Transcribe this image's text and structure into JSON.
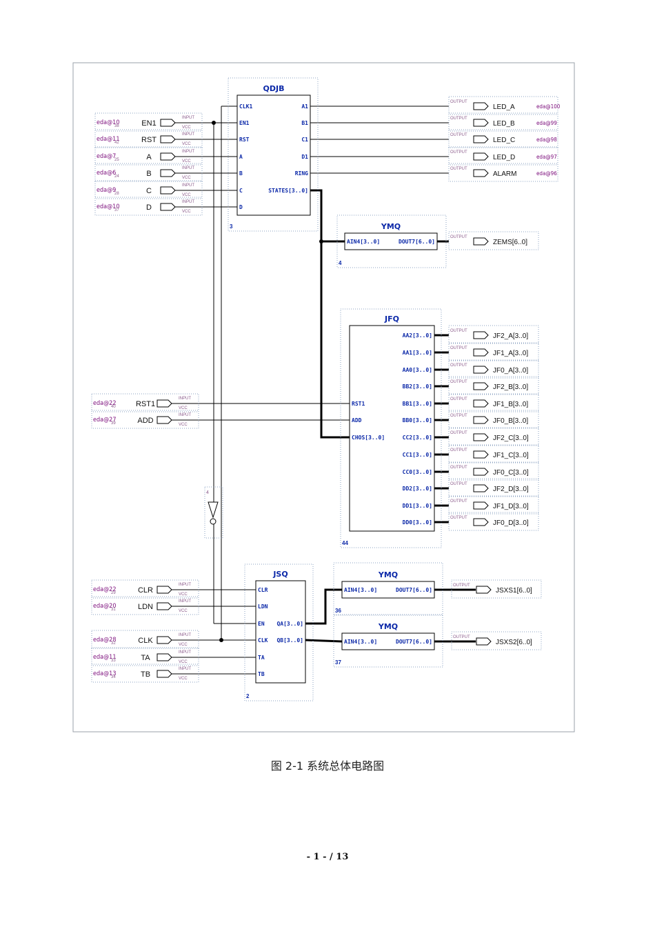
{
  "modules": [
    {
      "name": "QDJB",
      "number": "3",
      "left_ports": [
        "CLK1",
        "EN1",
        "RST",
        "A",
        "B",
        "C",
        "D"
      ],
      "right_ports": [
        "A1",
        "B1",
        "C1",
        "D1",
        "RING",
        "STATES[3..0]"
      ]
    },
    {
      "name": "YMQ",
      "number": "4",
      "left_ports": [
        "AIN4[3..0]"
      ],
      "right_ports": [
        "DOUT7[6..0]"
      ]
    },
    {
      "name": "JFQ",
      "number": "44",
      "left_ports": [
        "RST1",
        "ADD",
        "CHOS[3..0]"
      ],
      "right_ports": [
        "AA2[3..0]",
        "AA1[3..0]",
        "AA0[3..0]",
        "BB2[3..0]",
        "BB1[3..0]",
        "BB0[3..0]",
        "CC2[3..0]",
        "CC1[3..0]",
        "CC0[3..0]",
        "DD2[3..0]",
        "DD1[3..0]",
        "DD0[3..0]"
      ]
    },
    {
      "name": "JSQ",
      "number": "2",
      "left_ports": [
        "CLR",
        "LDN",
        "EN",
        "CLK",
        "TA",
        "TB"
      ],
      "right_ports": [
        "QA[3..0]",
        "QB[3..0]"
      ]
    },
    {
      "name": "YMQ",
      "number": "36",
      "left_ports": [
        "AIN4[3..0]"
      ],
      "right_ports": [
        "DOUT7[6..0]"
      ]
    },
    {
      "name": "YMQ",
      "number": "37",
      "left_ports": [
        "AIN4[3..0]"
      ],
      "right_ports": [
        "DOUT7[6..0]"
      ]
    }
  ],
  "inputs": [
    {
      "pin": "eda@10",
      "no": "38",
      "name": "EN1"
    },
    {
      "pin": "eda@11",
      "no": "42",
      "name": "RST"
    },
    {
      "pin": "eda@7",
      "no": "25",
      "name": "A"
    },
    {
      "pin": "eda@6",
      "no": "24",
      "name": "B"
    },
    {
      "pin": "eda@9",
      "no": "28",
      "name": "C"
    },
    {
      "pin": "eda@10",
      "no": "37",
      "name": "D"
    },
    {
      "pin": "eda@22",
      "no": "40",
      "name": "RST1"
    },
    {
      "pin": "eda@27",
      "no": "39",
      "name": "ADD"
    },
    {
      "pin": "eda@22",
      "no": "29",
      "name": "CLR"
    },
    {
      "pin": "eda@20",
      "no": "31",
      "name": "LDN"
    },
    {
      "pin": "eda@28",
      "no": "32",
      "name": "CLK"
    },
    {
      "pin": "eda@11",
      "no": "33",
      "name": "TA"
    },
    {
      "pin": "eda@13",
      "no": "34",
      "name": "TB"
    }
  ],
  "qdjb_outputs": [
    {
      "name": "LED_A",
      "pin": "eda@100"
    },
    {
      "name": "LED_B",
      "pin": "eda@99"
    },
    {
      "name": "LED_C",
      "pin": "eda@98"
    },
    {
      "name": "LED_D",
      "pin": "eda@97"
    },
    {
      "name": "ALARM",
      "pin": "eda@96"
    }
  ],
  "ymq_output": "ZEMS[6..0]",
  "jfq_outputs": [
    "JF2_A[3..0]",
    "JF1_A[3..0]",
    "JF0_A[3..0]",
    "JF2_B[3..0]",
    "JF1_B[3..0]",
    "JF0_B[3..0]",
    "JF2_C[3..0]",
    "JF1_C[3..0]",
    "JF0_C[3..0]",
    "JF2_D[3..0]",
    "JF1_D[3..0]",
    "JF0_D[3..0]"
  ],
  "jsq_outputs": [
    "JSXS1[6..0]",
    "JSXS2[6..0]"
  ],
  "labels": {
    "input": "INPUT",
    "vcc": "VCC",
    "output": "OUTPUT",
    "not_gate_number": "4"
  },
  "caption": "图 2-1 系统总体电路图",
  "page_number": "- 1 - / 13",
  "colors": {
    "wire": "#000000",
    "module_title": "#0b28a8",
    "port_text": "#0b28a8",
    "pin_label": "#7a0a7a",
    "pin_tag": "#8a5a8a",
    "frame": "#9aa0a8",
    "dotted": "#8aa0c0"
  }
}
